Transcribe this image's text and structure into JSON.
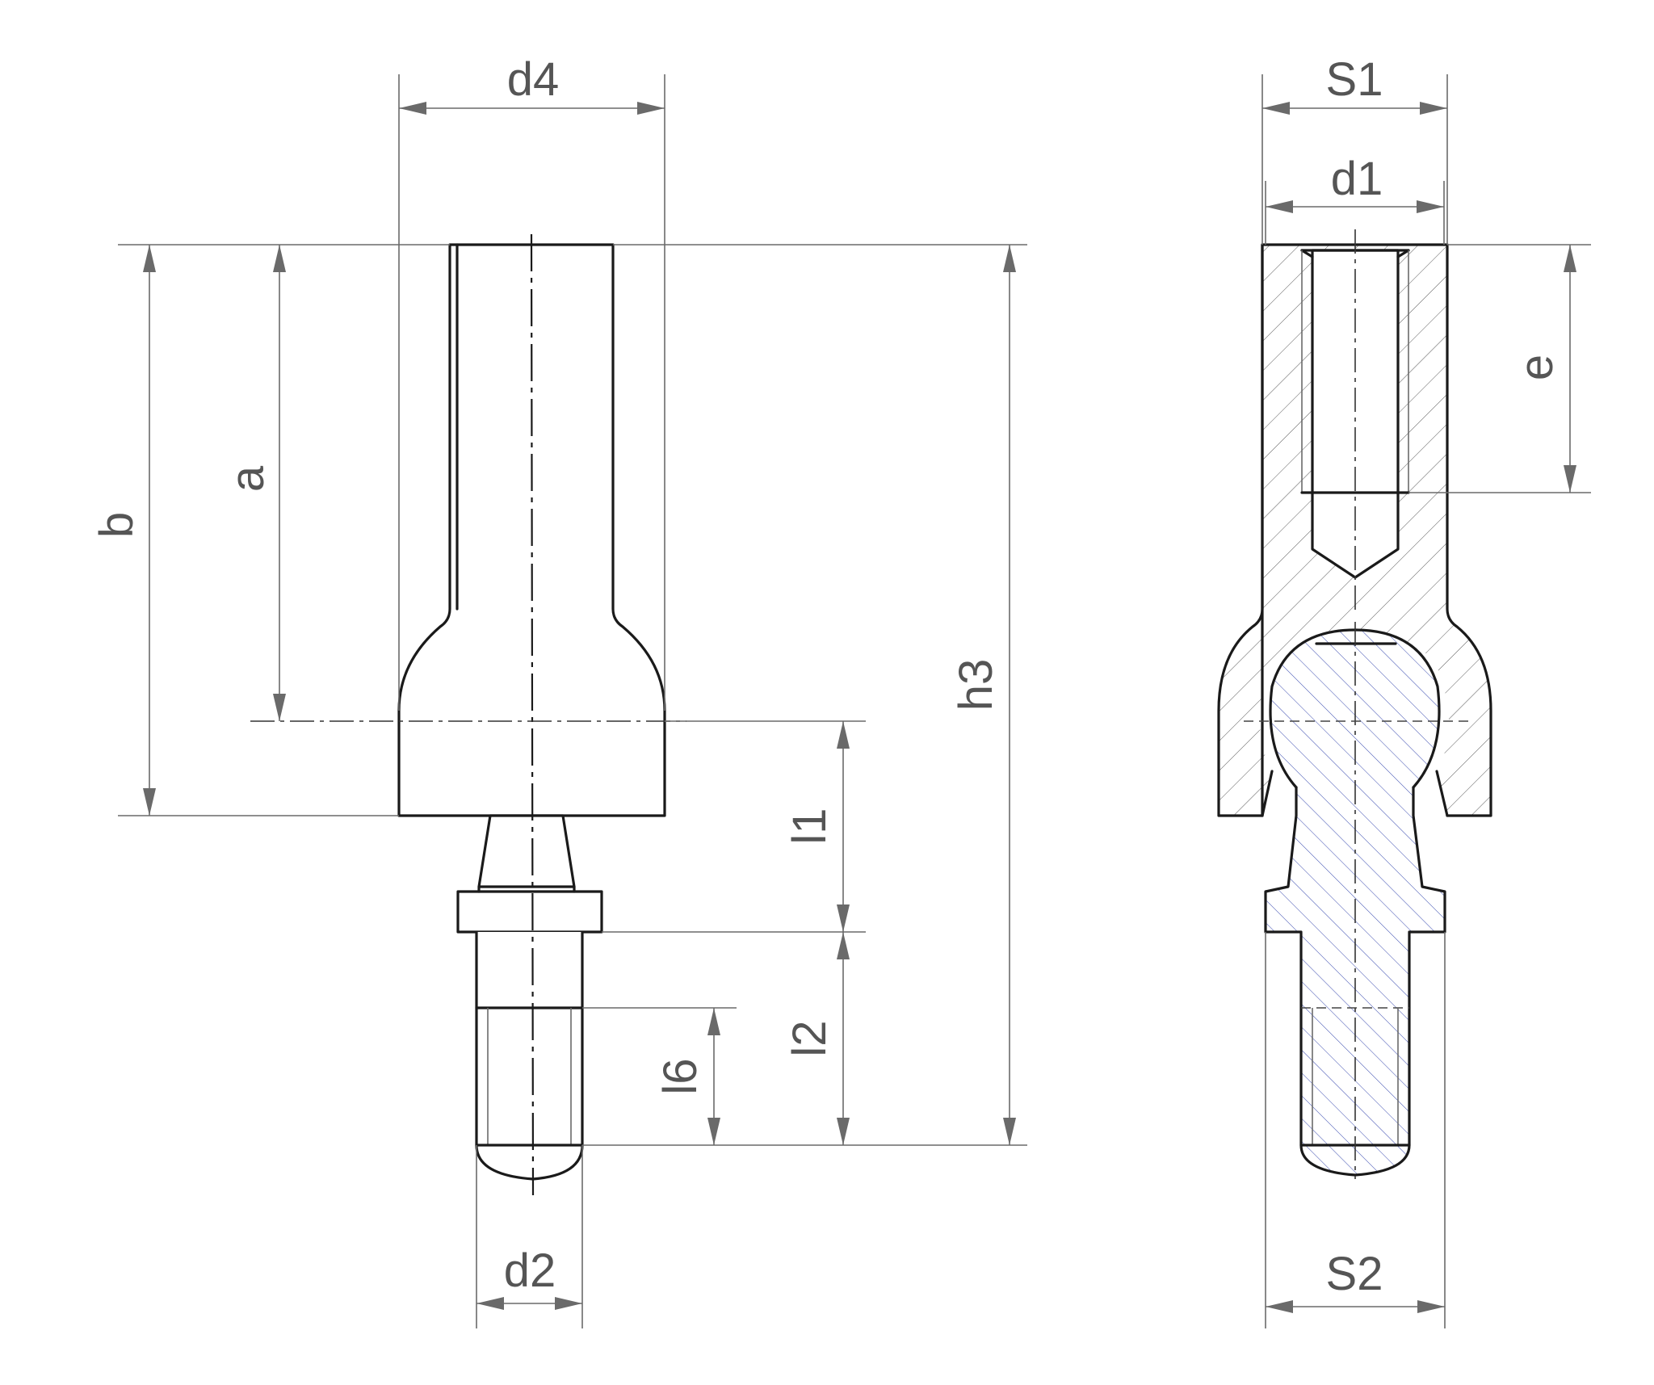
{
  "dimensions": {
    "d4": "d4",
    "a": "a",
    "b": "b",
    "h3": "h3",
    "l1": "l1",
    "l2": "l2",
    "l6": "l6",
    "d2": "d2",
    "S1": "S1",
    "d1": "d1",
    "e": "e",
    "S2": "S2"
  },
  "colors": {
    "outline": "#1a1a1a",
    "dimension": "#6a6a6a",
    "label": "#555555",
    "hatch_body": "#5a5a5a",
    "hatch_ball": "#3a4bb0"
  }
}
